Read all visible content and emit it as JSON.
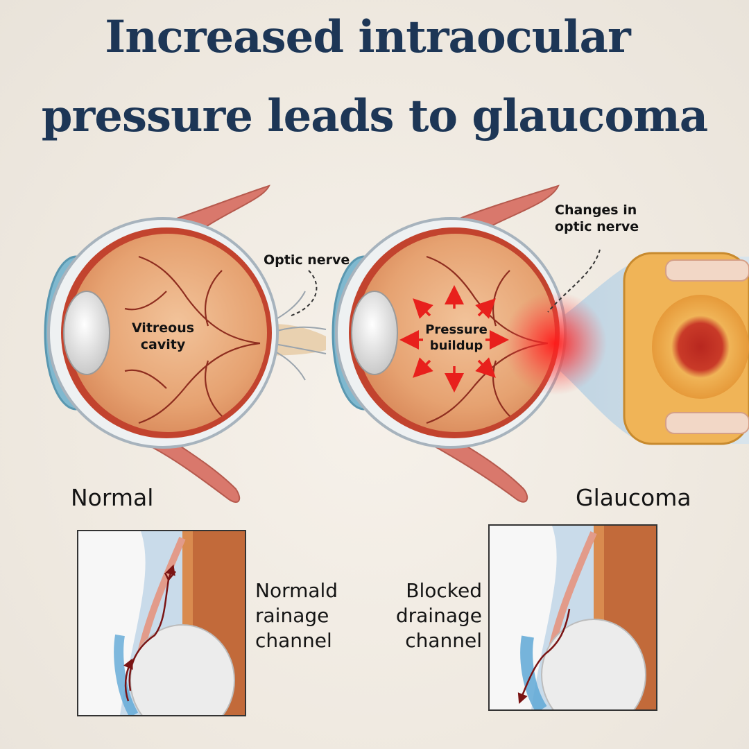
{
  "title": {
    "line1": "Increased intraocular",
    "line2": "pressure leads to glaucoma"
  },
  "labels": {
    "vitreous_line1": "Vitreous",
    "vitreous_line2": "cavity",
    "optic_nerve": "Optic nerve",
    "pressure_line1": "Pressure",
    "pressure_line2": "buildup",
    "changes_line1": "Changes in",
    "changes_line2": "optic nerve"
  },
  "captions": {
    "normal": "Normal",
    "glaucoma": "Glaucoma"
  },
  "insets": {
    "normal_line1": "Normald",
    "normal_line2": "rainage",
    "normal_line3": "channel",
    "blocked_line1": "Blocked",
    "blocked_line2": "drainage",
    "blocked_line3": "channel"
  },
  "colors": {
    "title": "#1d3656",
    "eyeball_fill": "#e9a877",
    "sclera_red": "#c2432e",
    "pressure_red": "#e8201c",
    "muscle": "#d9786c",
    "cornea_blue": "#7fb8cf"
  }
}
